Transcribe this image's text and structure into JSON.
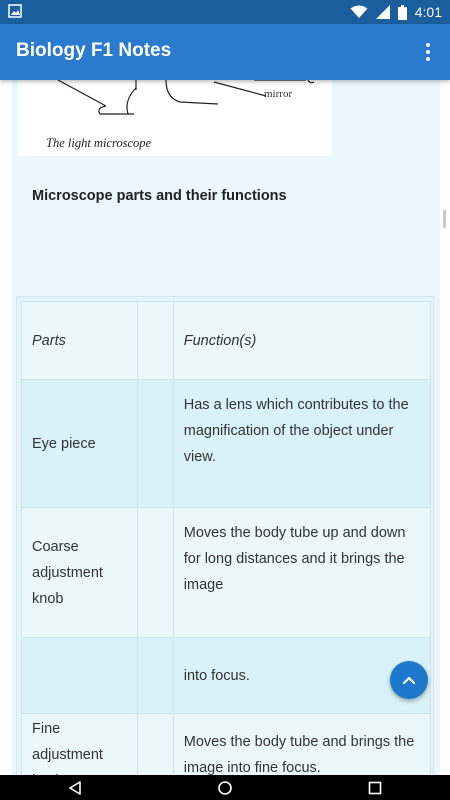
{
  "status_bar": {
    "time": "4:01",
    "icons": [
      "image-notification-icon",
      "wifi-icon",
      "signal-icon",
      "battery-icon"
    ]
  },
  "app_bar": {
    "title": "Biology F1 Notes",
    "menu_icon": "more-vert-icon"
  },
  "content": {
    "figure_label": "mirror",
    "figure_caption": "The light microscope",
    "section_heading": "Microscope parts and their functions",
    "table": {
      "header": {
        "part": "Parts",
        "function": "Function(s)"
      },
      "rows": [
        {
          "part": "Eye piece",
          "function": "Has a lens which contributes to the magnification of the object under view."
        },
        {
          "part": "Coarse adjustment knob",
          "function": "Moves the body tube up and down for long distances and it brings the image"
        },
        {
          "part": "",
          "function": "into focus."
        },
        {
          "part": "Fine adjustment knob",
          "function": "Moves the body tube and brings the image into fine focus."
        }
      ]
    }
  },
  "fab": {
    "icon": "chevron-up-icon"
  },
  "nav_bar": {
    "icons": [
      "back-icon",
      "home-icon",
      "recents-icon"
    ]
  },
  "colors": {
    "status_bar": "#1b5e9e",
    "app_bar": "#2a7bd0",
    "panel_bg": "#eaf7fc",
    "row_alt": "#d9f2f9",
    "fab": "#1e78cc"
  }
}
